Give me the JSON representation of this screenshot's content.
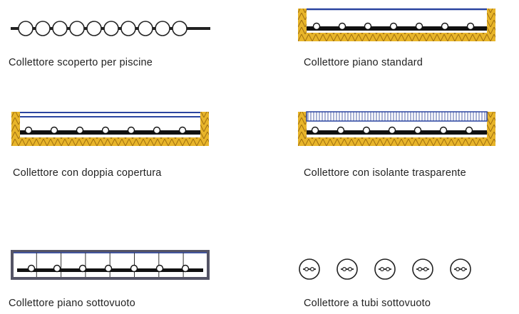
{
  "colors": {
    "insulation_fill": "#e8b52a",
    "insulation_stroke": "#a07010",
    "absorber": "#111111",
    "glass": "#2b45a0",
    "casing": "#555566",
    "tube_stroke": "#222222",
    "label": "#222222"
  },
  "collectors": [
    {
      "id": "uncovered",
      "label": "Collettore scoperto per piscine"
    },
    {
      "id": "flat",
      "label": "Collettore piano standard"
    },
    {
      "id": "double",
      "label": "Collettore con doppia copertura"
    },
    {
      "id": "transparent",
      "label": "Collettore con isolante trasparente"
    },
    {
      "id": "vacuum-flat",
      "label": "Collettore piano sottovuoto"
    },
    {
      "id": "vacuum-tubes",
      "label": "Collettore a tubi sottovuoto"
    }
  ]
}
